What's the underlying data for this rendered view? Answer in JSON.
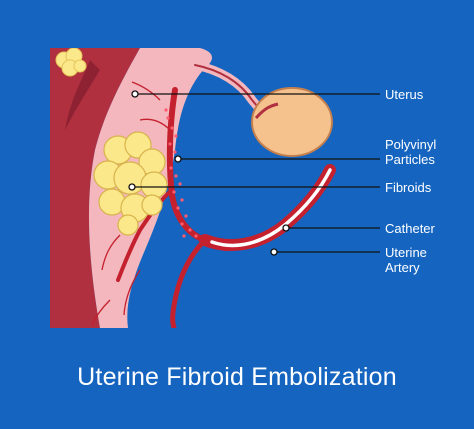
{
  "diagram": {
    "title": "Uterine Fibroid Embolization",
    "labels": {
      "uterus": "Uterus",
      "particles": "Polyvinyl Particles",
      "fibroids": "Fibroids",
      "catheter": "Catheter",
      "artery": "Uterine Artery"
    }
  },
  "colors": {
    "background": "#1565c0",
    "uterus_tissue": "#f3b7bd",
    "muscle_wall": "#b0303f",
    "fibroid": "#fbe88a",
    "artery": "#c4202e",
    "ovary": "#f5c28e",
    "catheter": "#ffffff",
    "particles": "#ff5c6e",
    "leader_line": "#111111"
  }
}
